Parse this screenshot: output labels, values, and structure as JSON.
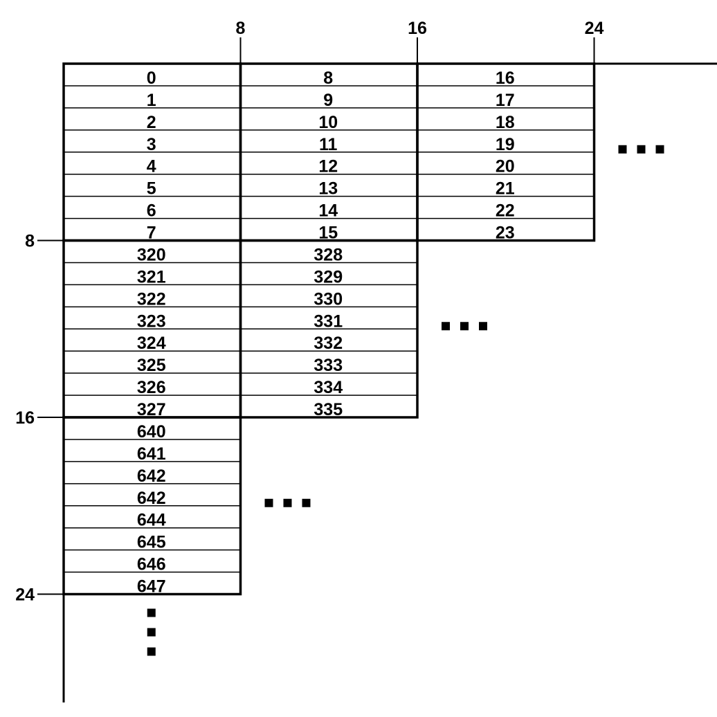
{
  "axis": {
    "top_ticks": [
      "8",
      "16",
      "24"
    ],
    "left_ticks": [
      "8",
      "16",
      "24"
    ]
  },
  "blocks": [
    {
      "row": 0,
      "col": 0,
      "values": [
        "0",
        "1",
        "2",
        "3",
        "4",
        "5",
        "6",
        "7"
      ]
    },
    {
      "row": 0,
      "col": 1,
      "values": [
        "8",
        "9",
        "10",
        "11",
        "12",
        "13",
        "14",
        "15"
      ]
    },
    {
      "row": 0,
      "col": 2,
      "values": [
        "16",
        "17",
        "18",
        "19",
        "20",
        "21",
        "22",
        "23"
      ]
    },
    {
      "row": 1,
      "col": 0,
      "values": [
        "320",
        "321",
        "322",
        "323",
        "324",
        "325",
        "326",
        "327"
      ]
    },
    {
      "row": 1,
      "col": 1,
      "values": [
        "328",
        "329",
        "330",
        "331",
        "332",
        "333",
        "334",
        "335"
      ]
    },
    {
      "row": 2,
      "col": 0,
      "values": [
        "640",
        "641",
        "642",
        "642",
        "644",
        "645",
        "646",
        "647"
      ]
    }
  ],
  "ellipses": [
    {
      "name": "ellipsis-row-0",
      "direction": "horizontal",
      "after_row": 0,
      "after_col": 2
    },
    {
      "name": "ellipsis-row-1",
      "direction": "horizontal",
      "after_row": 1,
      "after_col": 1
    },
    {
      "name": "ellipsis-row-2",
      "direction": "horizontal",
      "after_row": 2,
      "after_col": 0
    },
    {
      "name": "ellipsis-vertical",
      "direction": "vertical",
      "after_row": 2,
      "after_col": 0
    }
  ]
}
